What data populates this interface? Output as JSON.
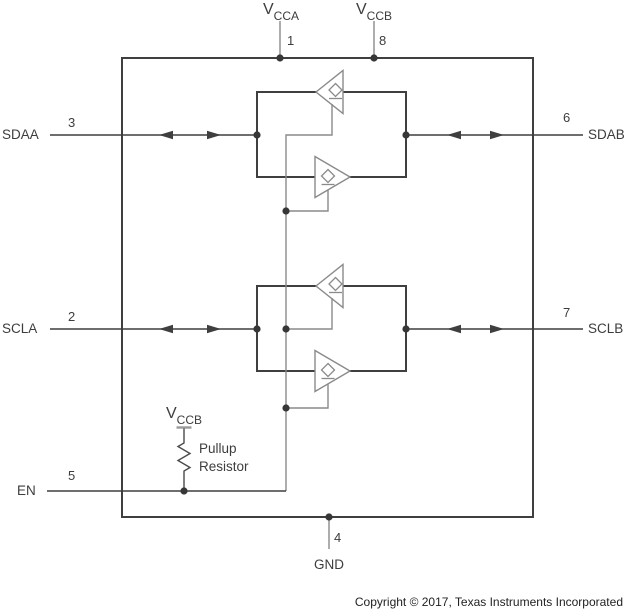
{
  "diagram": {
    "title_hint": "Functional block diagram of dual I2C buffer (SDA/SCL channels)",
    "pins": {
      "vcca": {
        "base": "V",
        "sub": "CCA",
        "number": "1"
      },
      "vccb": {
        "base": "V",
        "sub": "CCB",
        "number": "8"
      },
      "sdaa": {
        "label": "SDAA",
        "number": "3"
      },
      "sdab": {
        "label": "SDAB",
        "number": "6"
      },
      "scla": {
        "label": "SCLA",
        "number": "2"
      },
      "sclb": {
        "label": "SCLB",
        "number": "7"
      },
      "en": {
        "label": "EN",
        "number": "5"
      },
      "gnd": {
        "label": "GND",
        "number": "4"
      }
    },
    "pullup": {
      "supply_base": "V",
      "supply_sub": "CCB",
      "caption_line1": "Pullup",
      "caption_line2": "Resistor"
    },
    "icons": [
      "bidirectional-arrow-icon",
      "open-drain-buffer-icon",
      "resistor-zigzag-icon",
      "supply-rail-icon",
      "junction-dot-icon"
    ],
    "footer": {
      "copyright": "Copyright © 2017, Texas Instruments Incorporated"
    },
    "colors": {
      "line_dark": "#3f3f3f",
      "line_gray": "#8a8a8a",
      "text": "#3d3d3d",
      "background": "#ffffff"
    }
  }
}
